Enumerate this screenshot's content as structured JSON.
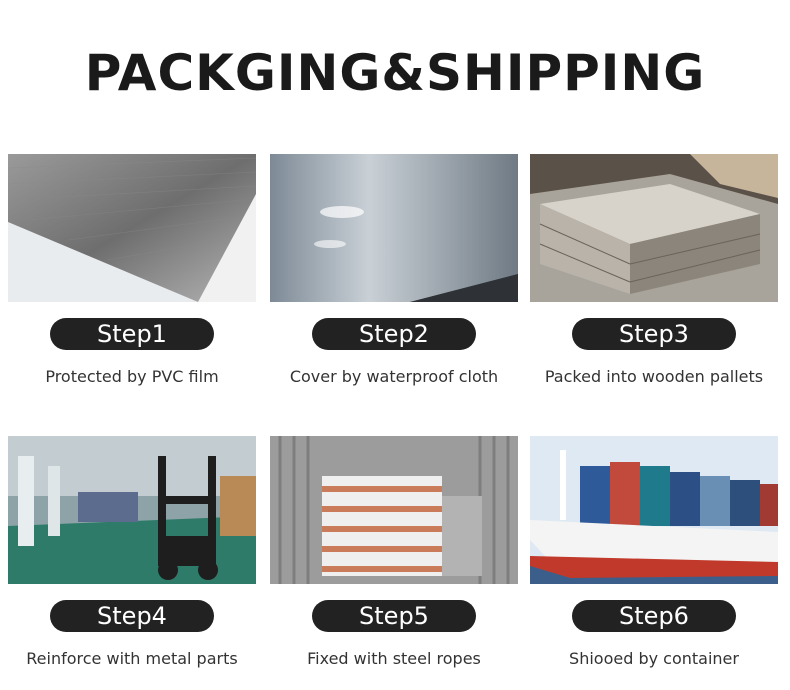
{
  "title": "PACKGING&SHIPPING",
  "steps": [
    {
      "label": "Step1",
      "caption": "Protected by PVC film",
      "image": "brushed-steel-sheet-image"
    },
    {
      "label": "Step2",
      "caption": "Cover by waterproof cloth",
      "image": "steel-sheet-stack-image"
    },
    {
      "label": "Step3",
      "caption": "Packed into wooden pallets",
      "image": "wrapped-pallets-image"
    },
    {
      "label": "Step4",
      "caption": "Reinforce with metal parts",
      "image": "warehouse-forklift-image"
    },
    {
      "label": "Step5",
      "caption": "Fixed with steel ropes",
      "image": "container-loading-image"
    },
    {
      "label": "Step6",
      "caption": "Shiooed by container",
      "image": "container-ship-image"
    }
  ],
  "colors": {
    "pill": "#222222",
    "pill_text": "#ffffff",
    "title": "#1a1a1a",
    "caption": "#333333"
  }
}
